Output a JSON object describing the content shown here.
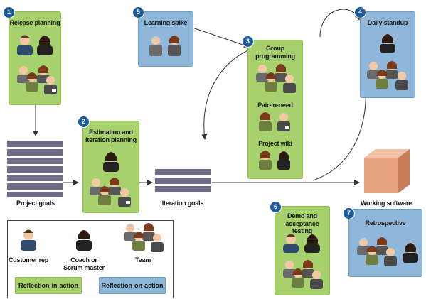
{
  "steps": [
    {
      "number": "1",
      "title": "Release planning",
      "kind": "reflection-in-action"
    },
    {
      "number": "2",
      "title_line1": "Estimation and",
      "title_line2": "iteration planning",
      "kind": "reflection-in-action"
    },
    {
      "number": "3",
      "title_line1": "Group",
      "title_line2": "programming",
      "kind": "reflection-in-action",
      "sub": [
        "Pair-in-need",
        "Project wiki"
      ]
    },
    {
      "number": "4",
      "title": "Daily standup",
      "kind": "reflection-on-action"
    },
    {
      "number": "5",
      "title": "Learning spike",
      "kind": "reflection-on-action"
    },
    {
      "number": "6",
      "title_line1": "Demo and",
      "title_line2": "acceptance testing",
      "kind": "reflection-in-action"
    },
    {
      "number": "7",
      "title": "Retrospective",
      "kind": "reflection-on-action"
    }
  ],
  "labels": {
    "project_goals": "Project goals",
    "iteration_goals": "Iteration goals",
    "working_software": "Working software"
  },
  "legend": {
    "customer_rep": "Customer rep",
    "coach_line1": "Coach or",
    "coach_line2": "Scrum master",
    "team": "Team",
    "reflection_in_action": "Reflection-in-action",
    "reflection_on_action": "Reflection-on-action"
  },
  "colors": {
    "green_box": "#a7d16c",
    "blue_box": "#8fb7d9",
    "badge": "#1c5c9c",
    "stack_bars": "#6f6b86",
    "cube": "#e7a37f"
  }
}
